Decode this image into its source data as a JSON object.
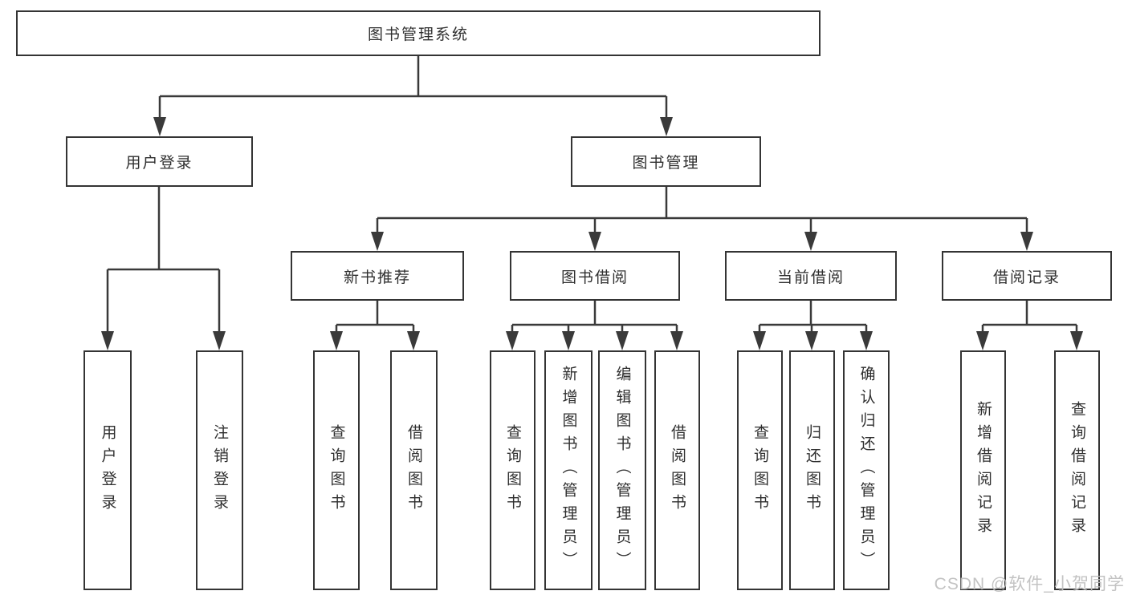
{
  "nodes": {
    "root": "图书管理系统",
    "level2": [
      {
        "label": "用户登录"
      },
      {
        "label": "图书管理"
      }
    ],
    "level3": [
      {
        "label": "新书推荐"
      },
      {
        "label": "图书借阅"
      },
      {
        "label": "当前借阅"
      },
      {
        "label": "借阅记录"
      }
    ],
    "leaves": {
      "user_login": [
        {
          "label": "用户登录"
        },
        {
          "label": "注销登录"
        }
      ],
      "new_books": [
        {
          "label": "查询图书"
        },
        {
          "label": "借阅图书"
        }
      ],
      "book_borrow": [
        {
          "label": "查询图书"
        },
        {
          "label": "新增图书（管理员）"
        },
        {
          "label": "编辑图书（管理员）"
        },
        {
          "label": "借阅图书"
        }
      ],
      "current_borrow": [
        {
          "label": "查询图书"
        },
        {
          "label": "归还图书"
        },
        {
          "label": "确认归还（管理员）"
        }
      ],
      "borrow_records": [
        {
          "label": "新增借阅记录"
        },
        {
          "label": "查询借阅记录"
        }
      ]
    }
  },
  "watermark": "CSDN @软件_小贺同学",
  "colors": {
    "line": "#3a3a3a",
    "border": "#343434",
    "text": "#2f2f2f",
    "background": "#ffffff",
    "watermark": "#bebebe"
  }
}
